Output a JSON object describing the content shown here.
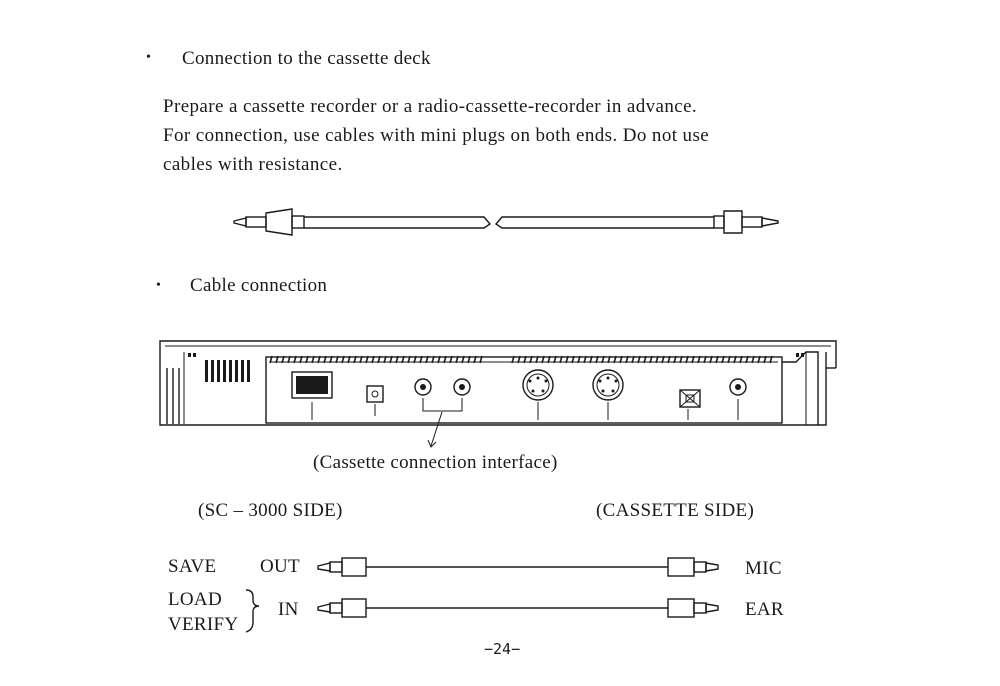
{
  "section1": {
    "bullet": "•",
    "heading": "Connection to the cassette deck",
    "lines": [
      "Prepare a cassette recorder or a radio-cassette-recorder in advance.",
      "For connection, use cables with mini plugs on both ends.   Do not use",
      "cables  with resistance."
    ]
  },
  "section2": {
    "bullet": "•",
    "heading": "Cable connection",
    "interface_caption": "(Cassette connection interface)"
  },
  "connections": {
    "sc_side": "(SC – 3000 SIDE)",
    "cassette_side": "(CASSETTE SIDE)",
    "save": "SAVE",
    "out": "OUT",
    "mic": "MIC",
    "load": "LOAD",
    "verify": "VERIFY",
    "in": "IN",
    "ear": "EAR"
  },
  "footer": {
    "page_number": "−24−"
  }
}
